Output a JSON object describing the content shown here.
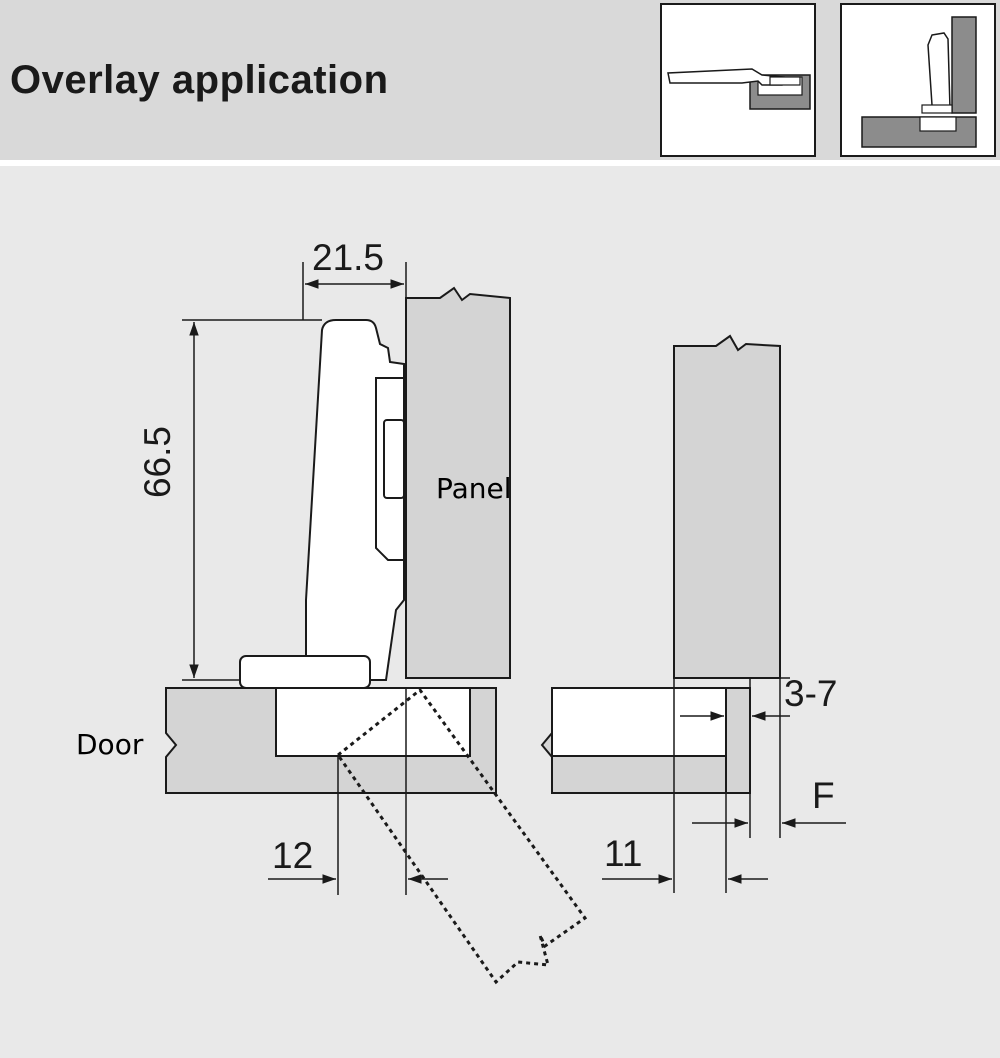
{
  "header": {
    "title": "Overlay application"
  },
  "thumbnails": [
    {
      "icon": "hinge-open-thumbnail-icon"
    },
    {
      "icon": "hinge-side-thumbnail-icon"
    }
  ],
  "diagram": {
    "labels": {
      "panel": "Panel",
      "door": "Door"
    },
    "dimensions": {
      "hinge_width": "21.5",
      "hinge_height": "66.5",
      "drill_distance": "12",
      "overlay_range": "3-7",
      "f": "F",
      "edge_distance": "11"
    },
    "colors": {
      "header_bg": "#d9d9d9",
      "diagram_bg": "#e9e9e9",
      "material_gray": "#d4d4d4",
      "thumb_gray": "#8c8c8c",
      "line": "#1a1a1a"
    }
  }
}
